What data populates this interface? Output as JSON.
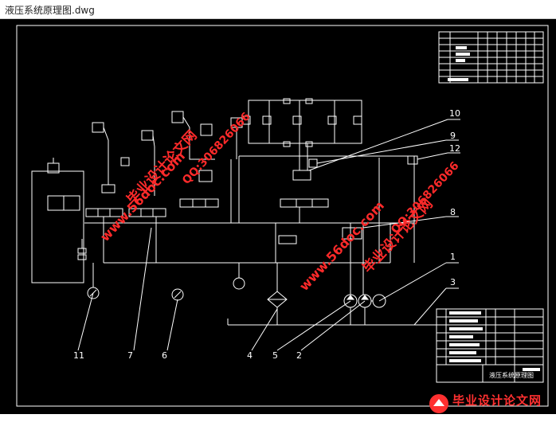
{
  "window": {
    "title": "液压系统原理图.dwg"
  },
  "part_labels": [
    "1",
    "2",
    "3",
    "4",
    "5",
    "6",
    "7",
    "8",
    "9",
    "10",
    "11",
    "12"
  ],
  "title_block": {
    "name": "液压系统原理图"
  },
  "watermarks": {
    "url": "www.56doc.com",
    "site": "毕业设计论文网",
    "qq": "QQ:306826066"
  },
  "logo": {
    "name": "毕业设计论文网",
    "url": "www.56doc.com"
  },
  "colors": {
    "background": "#000000",
    "lines": "#ffffff",
    "watermark": "#ff2a2a"
  }
}
